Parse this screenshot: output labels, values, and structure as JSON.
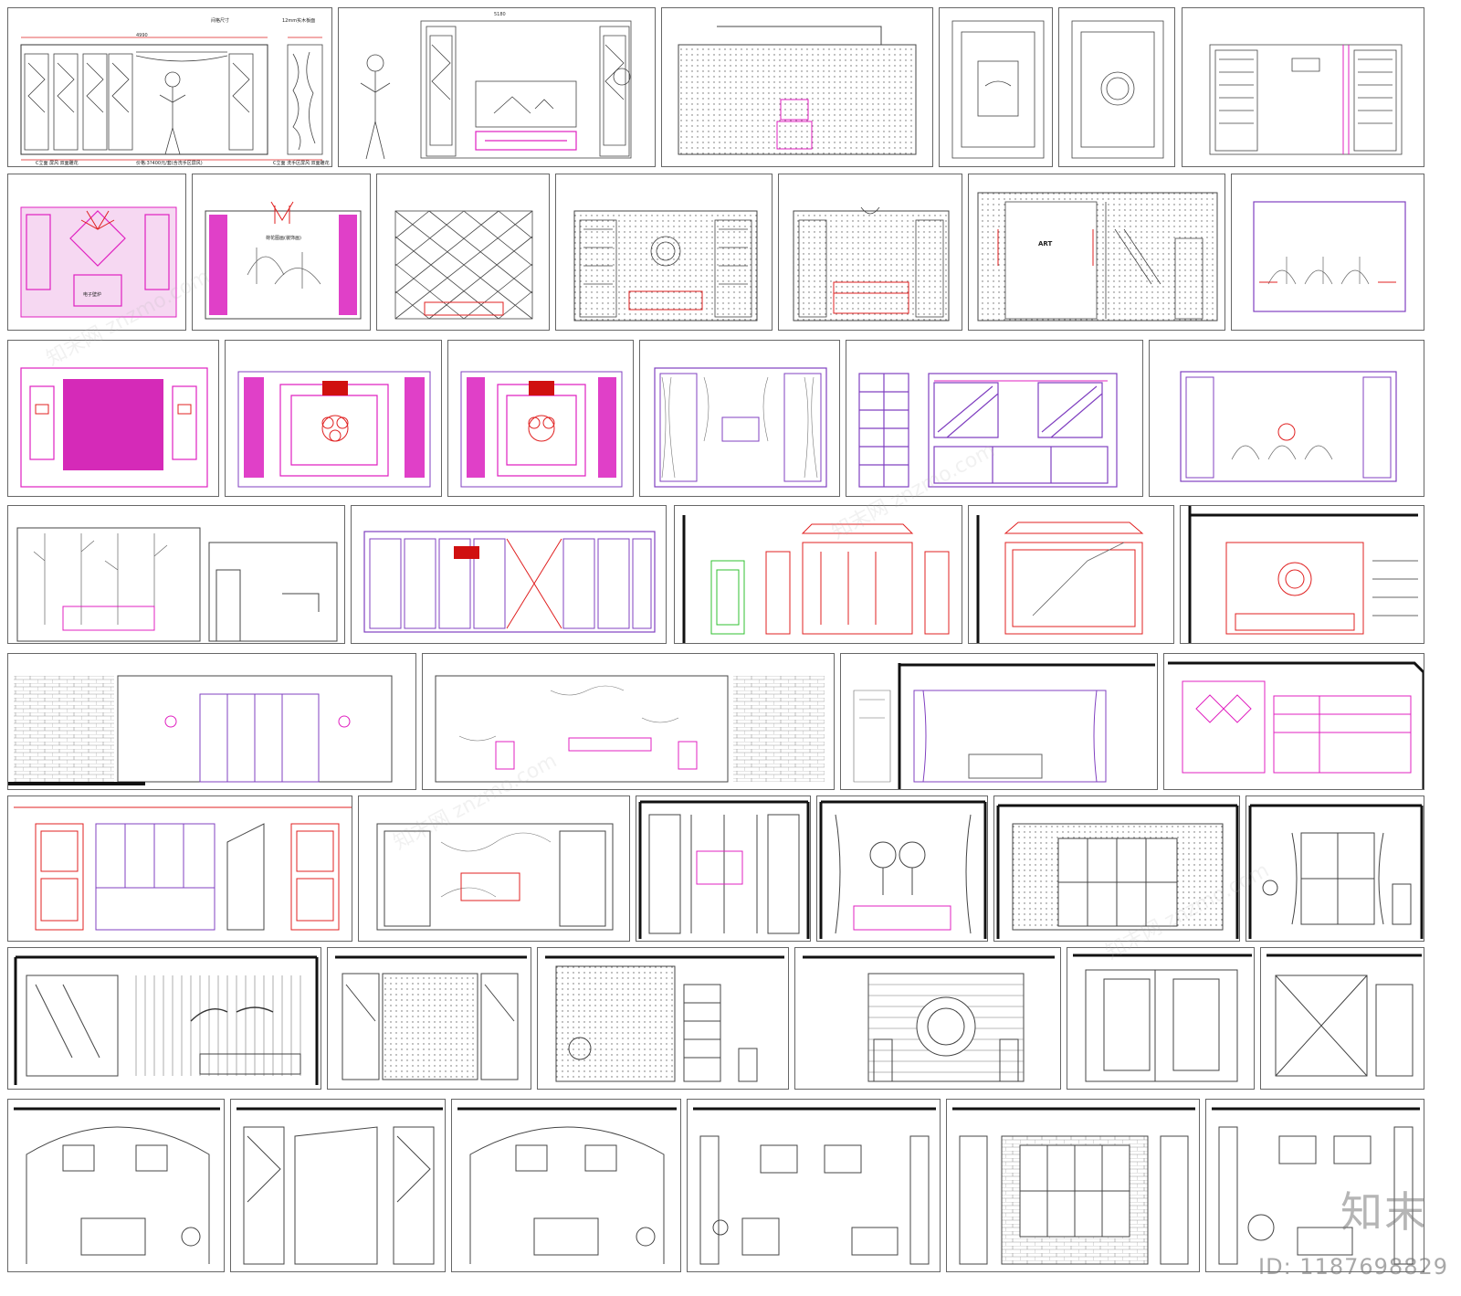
{
  "sheet": {
    "title": "",
    "top_dims": {
      "d1": "4990",
      "d2": "5180"
    },
    "caption_a": "C立面 屏风 双面雕花",
    "caption_b": "C立面 洗手区屏风 双面雕花",
    "price_note": "价格:3?400元/套(含洗手区屏风)",
    "legend_a": "间格尺寸",
    "legend_b": "12mm实木板面",
    "label_dianzi": "电子壁炉",
    "label_art": "ART",
    "label_painting": "荷花图画(装饰画)"
  },
  "watermark": {
    "brand": "知末",
    "id": "ID: 1187698829",
    "pattern": "知末网 znzmo.com"
  },
  "colors": {
    "line": "#333333",
    "magenta": "#e020c0",
    "red": "#e02020",
    "violet": "#8040c0",
    "green": "#30c030",
    "hatch": "#9a9a9a"
  }
}
